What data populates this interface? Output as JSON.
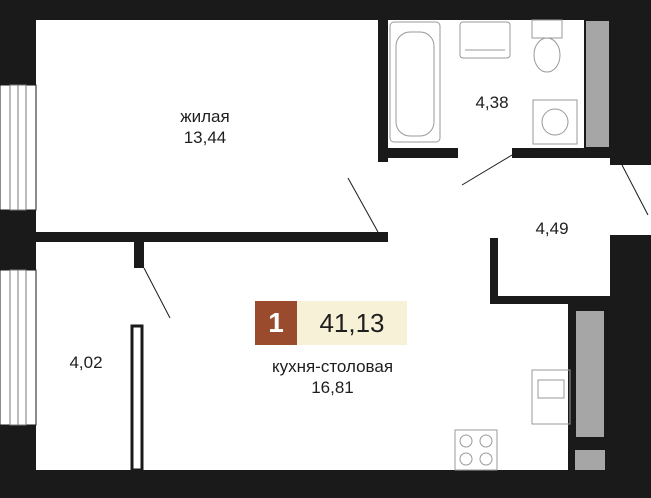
{
  "apartment": {
    "rooms_count": "1",
    "total_area": "41,13"
  },
  "rooms": {
    "living": {
      "name": "жилая",
      "area": "13,44"
    },
    "bathroom": {
      "area": "4,38"
    },
    "hall": {
      "area": "4,49"
    },
    "balcony": {
      "area": "4,02"
    },
    "kitchen": {
      "name": "кухня-столовая",
      "area": "16,81"
    }
  },
  "colors": {
    "wall": "#1a1a1a",
    "badge_rooms": "#9a4a2d",
    "badge_area": "#f7f1d8",
    "fixture": "#a6a6a6"
  }
}
